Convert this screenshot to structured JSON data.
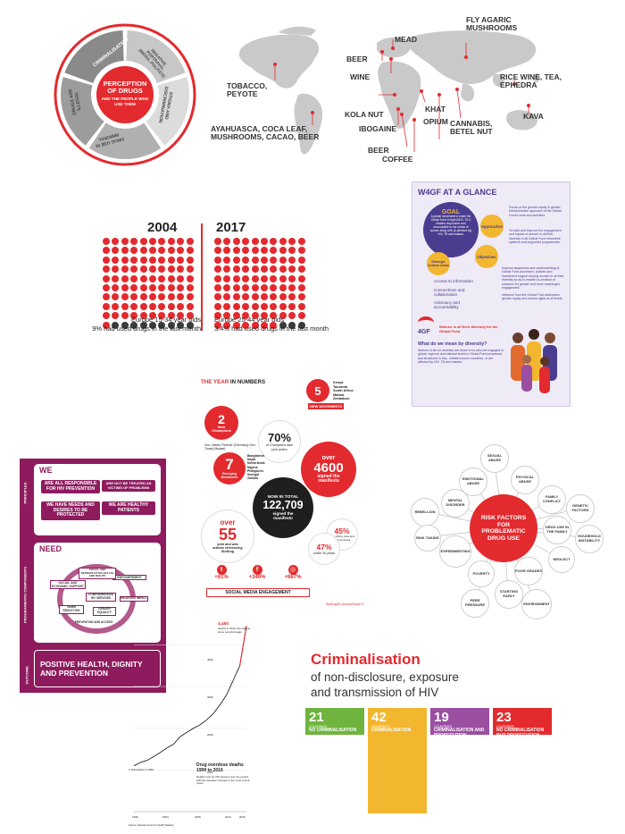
{
  "wheel": {
    "center_title": "PERCEPTION OF DRUGS",
    "center_sub": "AND THE PEOPLE WHO USE THEM",
    "segments": [
      "CRIMINALISATION",
      "NEGATIVE PORTRAYAL (MEDIA, POLITICS)",
      "STIGMA AND DISCRIMINATION",
      "DRUG USE IS IMMORAL",
      "DRUGS ARE ILLEGAL"
    ]
  },
  "world_map": {
    "labels": [
      "TOBACCO, PEYOTE",
      "AYAHUASCA, COCA LEAF, MUSHROOMS, CACAO, BEER",
      "BEER",
      "WINE",
      "MEAD",
      "FLY AGARIC MUSHROOMS",
      "RICE WINE, TEA, EPHEDRA",
      "KOLA NUT",
      "IBOGAINE",
      "KHAT",
      "OPIUM",
      "CANNABIS, BETEL NUT",
      "KAVA",
      "BEER",
      "COFFEE"
    ],
    "colors": {
      "land": "#c9c9c9",
      "line": "#e32a2e"
    }
  },
  "dot_charts": [
    {
      "year": "2004",
      "caption1": "Europe 15-34 year olds",
      "caption2": "9% had used drugs in the last month",
      "total": 100,
      "highlight": 9
    },
    {
      "year": "2017",
      "caption1": "Europe 25-44 year olds",
      "caption2": "3.4% had used drugs in the last month",
      "total": 100,
      "highlight": 3.4
    }
  ],
  "w4gf": {
    "title": "W4GF AT A GLANCE",
    "goal_title": "GOAL",
    "goal_text": "A global movement to make the Global Fund to fight AIDS, TB & Malaria responsive and accountable to the needs of women living with (& affected by) HIV, TB and malaria.",
    "approaches": "Approaches",
    "objectives": "Objectives",
    "strategic": "Strategic Actions Areas",
    "actions": [
      "Access to information",
      "Connections and collaboration",
      "Advocacy and accountability"
    ],
    "approach_text": "Focus on the gender equity & gender-transformative approach of the Global Fund's work and activities.",
    "approach_text2": "To build and improve the engagement and impact of women in all their diversity in all Global Fund structures, systems and supported programmes.",
    "objective_text": "Improve awareness and understanding of Global Fund processes, policies and investment support among women in all their diversity so as to enable co-creation of solutions for greater and more meaningful engagement.",
    "objective_text2": "Influence how the Global Fund addresses gender equity and human rights at all levels.",
    "logo": "4GF",
    "logo_sub": "Women in all their diversity for the Global Fund",
    "q": "What do we mean by diversity?",
    "q_text": "Women in all our diversity are those of us who are engaged in global, regional and national levels in Global Fund processes and structures in low-, middle-income countries, or are affected by HIV, TB and malaria."
  },
  "year_numbers": {
    "title_a": "THE YEAR",
    "title_b": "IN NUMBERS",
    "new_movements": {
      "n": "5",
      "label": "NEW movements",
      "list": [
        "Kenya",
        "Tanzania",
        "South Africa",
        "Malawi",
        "Zimbabwe"
      ]
    },
    "champions": {
      "n": "2",
      "label": "New Champions",
      "names": "Hon. Martin Fletcher (Germany) Hon. Tuwaj (Malawi)"
    },
    "pct70": {
      "n": "70%",
      "label": "of Champions take joint action"
    },
    "emerging": {
      "n": "7",
      "label": "Emerging Movements",
      "list": [
        "Bangladesh",
        "Nepal",
        "Netherlands",
        "Nigeria",
        "Philippines",
        "Senegal",
        "Zambia"
      ]
    },
    "over4600": {
      "pre": "over",
      "n": "4600",
      "label": "signed the manifesto"
    },
    "total": {
      "pre": "NOW IN TOTAL",
      "n": "122,709",
      "label": "signed the manifesto"
    },
    "over55": {
      "pre": "over",
      "n": "55",
      "label": "print and web articles referencing StoDrug"
    },
    "pct45": {
      "n": "45%",
      "label": "from Africa, Asia and Latin America"
    },
    "pct47": {
      "n": "47%",
      "label": "under 30 years"
    },
    "social": [
      {
        "icon": "twitter",
        "v": "+61%"
      },
      {
        "icon": "facebook",
        "v": "+340%"
      },
      {
        "icon": "instagram",
        "v": "+687%"
      }
    ],
    "social_label": "SOCIAL MEDIA ENGAGEMENT",
    "footer": "StoDrugFin Annual Report 3"
  },
  "programme": {
    "side": [
      "PRINCIPLES",
      "PROGRAMMATIC COMPONENTS",
      "OUTCOME"
    ],
    "we": "WE",
    "we_items": [
      "ARE ALL RESPONSIBLE FOR HIV PREVENTION",
      "WE HAVE NEEDS AND DESIRES TO BE PROTECTED",
      "ARE NOT BE TREATED AS VICTIMS OF PROBLEMS",
      "WE ARE HEALTHY PATIENTS"
    ],
    "need": "NEED",
    "cycle": [
      "SOCIAL AND ECONOMIC SUPPORT",
      "EMPOWERMENT",
      "SOCIAL AND REPRODUCTIVE HEALTH AND RIGHTS",
      "COMPREHENSIVE HIV SERVICES",
      "HARM REDUCTION",
      "GENDER EQUALITY",
      "REDUCING IMPACT",
      "PREVENTION AND ACCESS"
    ],
    "outcome": "POSITIVE HEALTH, DIGNITY AND PREVENTION"
  },
  "risk": {
    "center": "RISK FACTORS FOR PROBLEMATIC DRUG USE",
    "factors": [
      "SEXUAL ABUSE",
      "EMOTIONAL ABUSE",
      "PHYSICAL ABUSE",
      "MENTAL DISORDER",
      "FAMILY CONFLICT",
      "GENETIC FACTORS",
      "REBELLION",
      "DRUG USE IN THE FAMILY",
      "HOUSEHOLD INSTABILITY",
      "RISK TAKING",
      "NEGLECT",
      "EXPERIMENTING",
      "POOR GRADES",
      "POVERTY",
      "STARTING EARLY",
      "ENVIRONMENT",
      "PEER PRESSURE"
    ]
  },
  "overdose": {
    "peak": "4,450",
    "peak_note": "deaths in 2016, the highest since records began",
    "start_label": "1,100 deaths in 1999",
    "title": "Drug overdose deaths 1999 to 2016",
    "desc": "Deaths rose by 376 percent over the period, with the steepest increase in the most recent years.",
    "ylabels": [
      "4000",
      "3000",
      "2000",
      "1000"
    ],
    "xlabels": [
      "1999",
      "2004",
      "2009",
      "2014",
      "2016"
    ],
    "source": "Source: National Center for Health Statistics",
    "chart_data": {
      "type": "line",
      "x": [
        1999,
        2000,
        2001,
        2002,
        2003,
        2004,
        2005,
        2006,
        2007,
        2008,
        2009,
        2010,
        2011,
        2012,
        2013,
        2014,
        2015,
        2016
      ],
      "values": [
        1100,
        1180,
        1230,
        1320,
        1420,
        1530,
        1620,
        1800,
        1900,
        2000,
        2080,
        2200,
        2350,
        2560,
        2800,
        3150,
        3500,
        4450
      ],
      "ylim": [
        0,
        4500
      ]
    }
  },
  "criminalisation": {
    "title": "Criminalisation",
    "subtitle1": "of non-disclosure, exposure",
    "subtitle2": "and transmission of HIV",
    "bars": [
      {
        "n": "21",
        "sub": "COUNTRIES",
        "label": "NO CRIMINALISATION",
        "color": "#6fb43f",
        "height": 0.25
      },
      {
        "n": "42",
        "sub": "COUNTRIES",
        "label": "CRIMINALISATION",
        "color": "#f2b62f",
        "height": 1.0
      },
      {
        "n": "19",
        "sub": "COUNTRIES",
        "label": "CRIMINALISATION AND PROSECUTION RECORDED",
        "color": "#9a4fa1",
        "height": 0.25
      },
      {
        "n": "23",
        "sub": "COUNTRIES",
        "label": "NO CRIMINALISATION BUT PROSECUTION RECORDED",
        "color": "#e32a2e",
        "height": 0.25
      }
    ]
  }
}
